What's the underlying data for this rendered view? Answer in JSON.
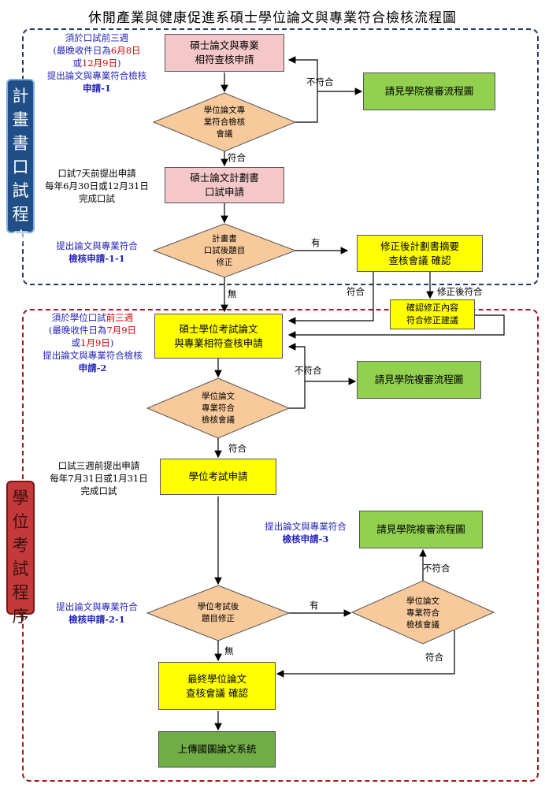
{
  "title": "休閒產業與健康促進系碩士學位論文與專業符合檢核流程圖",
  "sections": {
    "proposal_label": "計畫書口試程序",
    "degree_label": "學位考試程序"
  },
  "nodes": {
    "n1": "碩士論文與專業\n相符查核申請",
    "d1": "學位論文專\n業符合檢核\n會議",
    "g1": "請見學院複審流程圖",
    "n2": "碩士論文計劃書\n口試申請",
    "d2": "計畫書\n口試後題目\n修正",
    "y1": "修正後計劃書摘要\n查核會議 確認",
    "y2": "確認修正內容\n符合修正建議",
    "n3": "碩士學位考試論文\n與專業相符查核申請",
    "d3": "學位論文\n專業符合\n檢核會議",
    "g2": "請見學院複審流程圖",
    "n4": "學位考試申請",
    "g3": "請見學院複審流程圖",
    "d4": "學位考試後\n題目修正",
    "d5": "學位論文\n專業符合\n檢核會議",
    "n5": "最終學位論文\n查核會議 確認",
    "n6": "上傳國圖論文系統"
  },
  "notes": {
    "a1_l1": "須於口試前三週",
    "a1_l2a": "(最晚收件日為",
    "a1_l2b": "6月8日",
    "a1_l3a": "或",
    "a1_l3b": "12月9日",
    "a1_l3c": ")",
    "a1_l4": "提出論文與專業符合檢核",
    "a1_l5": "申請-1",
    "b1_l1": "口試7天前提出申請",
    "b1_l2": "每年6月30日或12月31日",
    "b1_l3": "完成口試",
    "c1_l1": "提出論文與專業符合",
    "c1_l2": "檢核申請-1-1",
    "a2_l1a": "須於學位口試",
    "a2_l1b": "前三週",
    "a2_l2a": "(最晚收件日為",
    "a2_l2b": "7月9日",
    "a2_l3a": "或",
    "a2_l3b": "1月9日",
    "a2_l3c": ")",
    "a2_l4": "提出論文與專業符合檢核",
    "a2_l5": "申請-2",
    "b2_l1": "口試三週前提出申請",
    "b2_l2": "每年7月31日或1月31日",
    "b2_l3": "完成口試",
    "c2_l1": "提出論文與專業符合",
    "c2_l2": "檢核申請-3",
    "c3_l1": "提出論文與專業符合",
    "c3_l2": "檢核申請-2-1"
  },
  "labels": {
    "nonconform1": "不符合",
    "conform1": "符合",
    "yes1": "有",
    "no1": "無",
    "conform2": "符合",
    "after_fix": "修正後符合",
    "nonconform2": "不符合",
    "conform3": "符合",
    "yes2": "有",
    "no2": "無",
    "nonconform3": "不符合",
    "conform4": "符合"
  },
  "colors": {
    "blue_frame": "#1f3c64",
    "red_frame": "#a3171b",
    "pink": "#f4c7c9",
    "yellow": "#ffff00",
    "green": "#92d050",
    "diamond": "#f8c99a"
  }
}
